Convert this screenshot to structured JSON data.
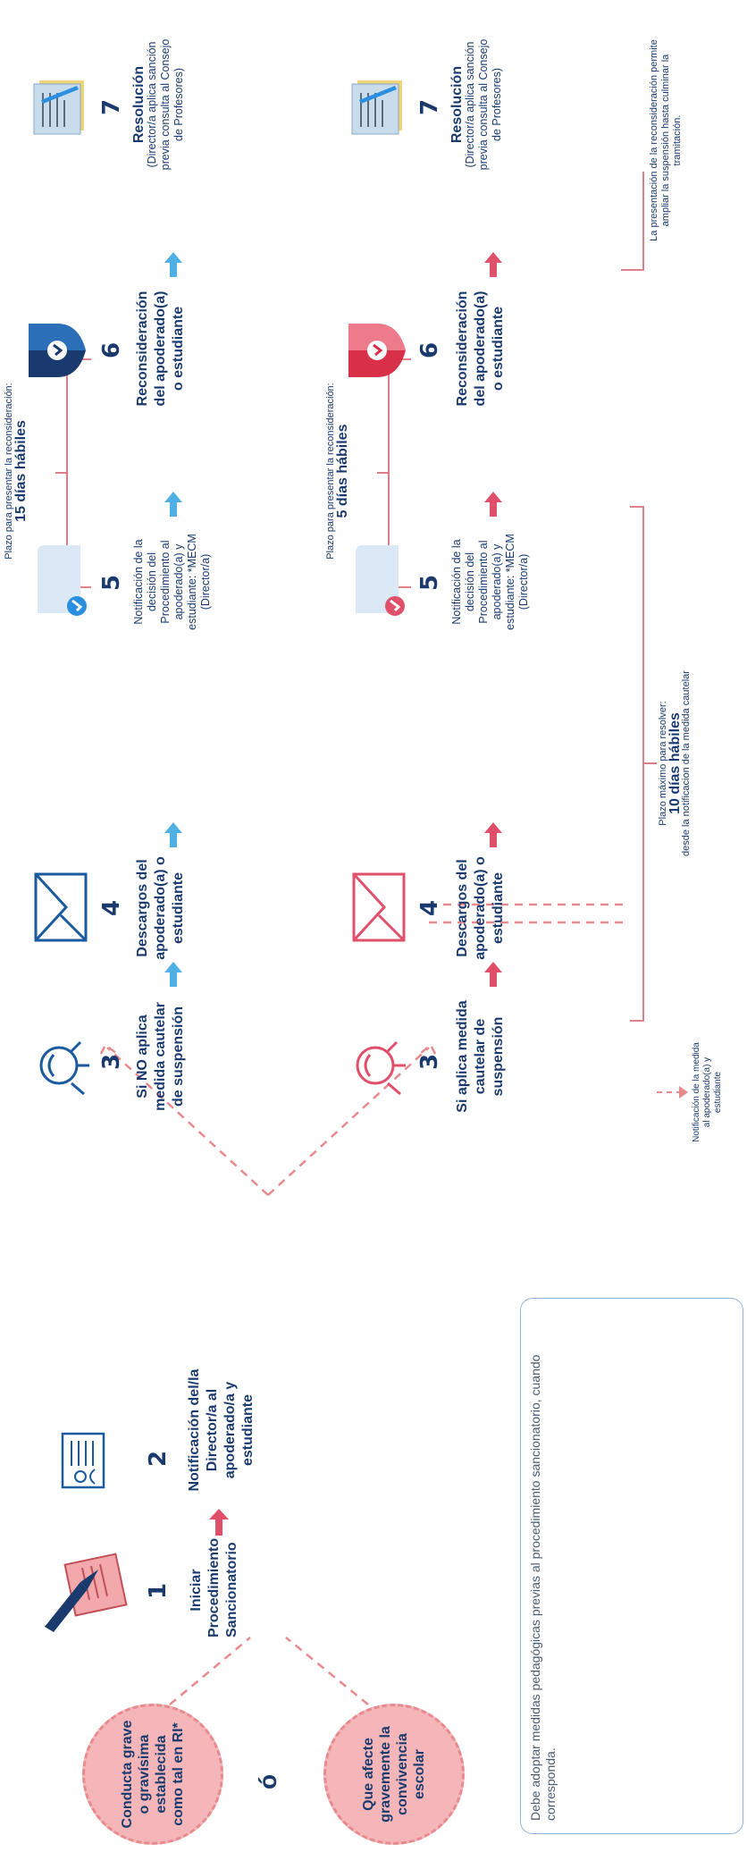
{
  "start": {
    "circle1": "Conducta grave o gravísima establecida como tal en RI*",
    "or": "ó",
    "circle2": "Que afecte gravemente la convivencia escolar"
  },
  "steps_common": [
    {
      "num": "1",
      "label": "Iniciar Procedimiento Sancionatorio"
    },
    {
      "num": "2",
      "label": "Notificación del/la Director/a al apoderado/a y estudiante"
    }
  ],
  "branch_no": {
    "s3": {
      "num": "3",
      "label": "Si NO aplica medida cautelar de suspensión"
    },
    "s4": {
      "num": "4",
      "label": "Descargos del apoderado(a) o estudiante"
    },
    "s5": {
      "num": "5",
      "label": "Notificación de la decisión del Procedimiento al apoderado(a) y estudiante: *MECM (Director/a)"
    },
    "s6": {
      "num": "6",
      "label": "Reconsideración del apoderado(a) o estudiante"
    },
    "s7": {
      "num": "7",
      "title": "Resolución",
      "label": "(Director/a aplica sanción previa consulta al Consejo de Profesores)"
    },
    "plazo_pre": "Plazo para presentar la reconsideración:",
    "plazo_days": "15 días hábiles"
  },
  "branch_yes": {
    "s3": {
      "num": "3",
      "label": "Si aplica medida cautelar de suspensión"
    },
    "s4": {
      "num": "4",
      "label": "Descargos del apoderado(a) o estudiante"
    },
    "s5": {
      "num": "5",
      "label": "Notificación de la decisión del Procedimiento al apoderado(a) y estudiante: *MECM (Director/a)"
    },
    "s6": {
      "num": "6",
      "label": "Reconsideración del apoderado(a) o estudiante"
    },
    "s7": {
      "num": "7",
      "title": "Resolución",
      "label": "(Director/a aplica sanción previa consulta al Consejo de Profesores)"
    },
    "plazo_pre": "Plazo para presentar la reconsideración:",
    "plazo_days": "5 días hábiles",
    "max_pre": "Plazo máximo para resolver:",
    "max_days": "10 días hábiles",
    "max_post": "desde la notificacion de la medida cautelar",
    "notif_medida": "Notificación de la medida al apoderado(a) y estudiante",
    "recon_note": "La presentación de la reconsideración permite ampliar la suspensión hasta culminar la tramitación."
  },
  "footer": "Debe adoptar medidas pedagógicas previas al procedimiento sancionatorio, cuando corresponda."
}
